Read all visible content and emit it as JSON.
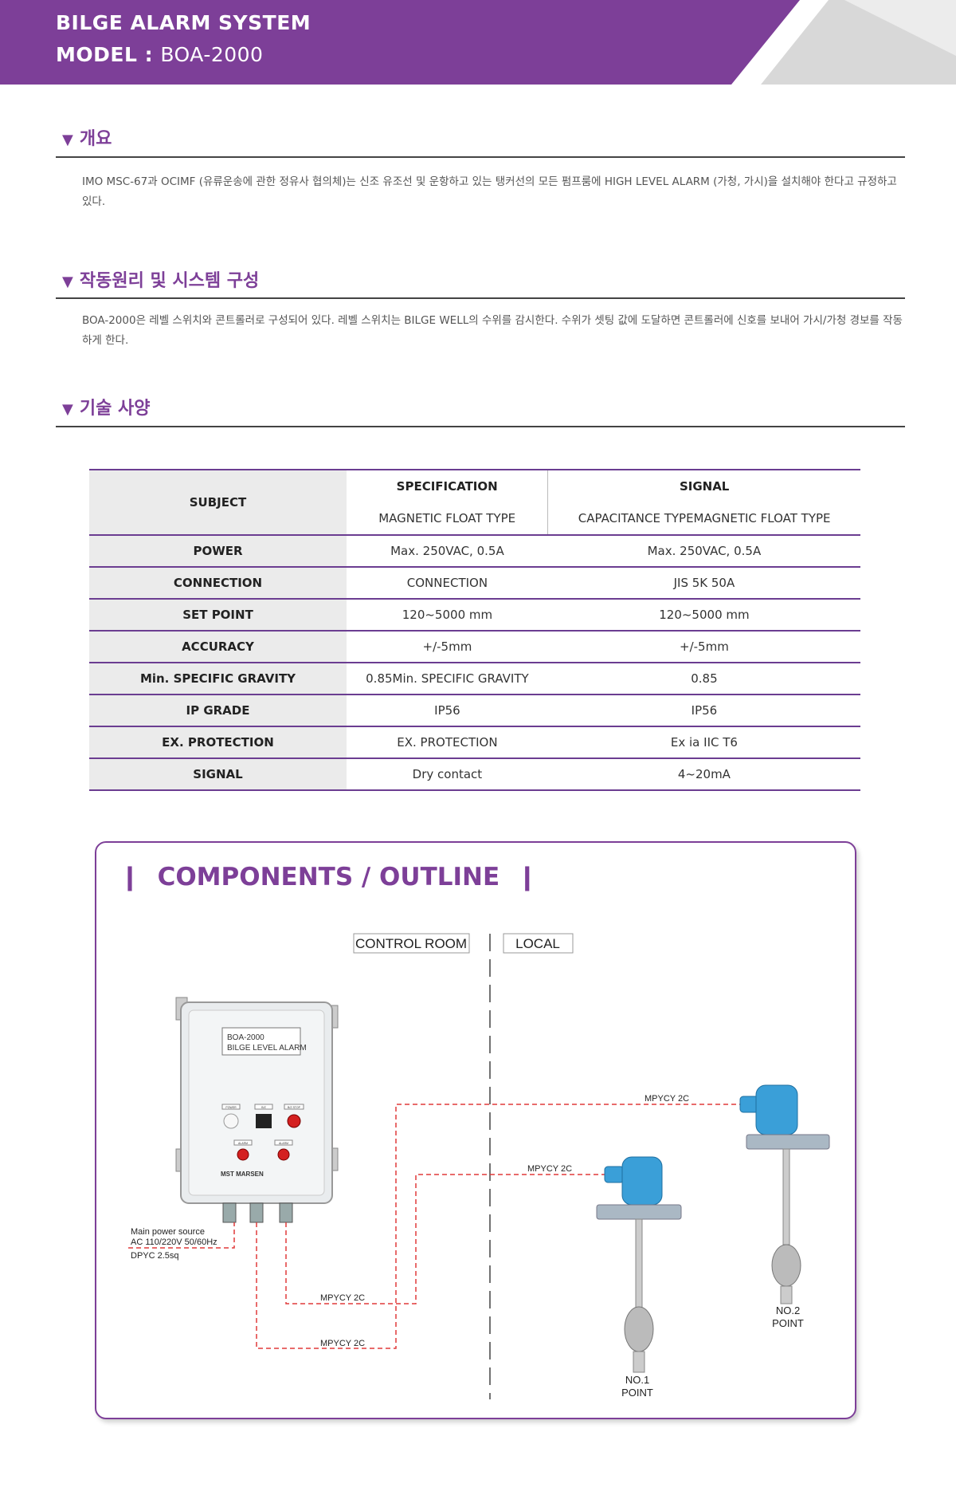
{
  "header": {
    "title": "BILGE ALARM SYSTEM",
    "model_label": "MODEL :",
    "model_value": "BOA-2000"
  },
  "sections": [
    {
      "heading": "개요",
      "text": "IMO MSC-67과 OCIMF (유류운송에 관한 정유사 협의체)는 신조 유조선 및 운항하고 있는 탱커선의 모든 펌프룸에 HIGH LEVEL ALARM (가청, 가시)을 설치해야 한다고 규정하고 있다."
    },
    {
      "heading": "작동원리 및 시스템 구성",
      "text": "BOA-2000은 레벨 스위치와 콘트롤러로 구성되어 있다. 레벨 스위치는 BILGE WELL의 수위를 감시한다. 수위가 셋팅 값에 도달하면 콘트롤러에 신호를 보내어 가시/가청 경보를 작동하게 한다."
    },
    {
      "heading": "기술 사양",
      "text": ""
    }
  ],
  "table": {
    "subject_header": "SUBJECT",
    "col1_header": "SPECIFICATION",
    "col2_header": "SIGNAL",
    "col1_sub": "MAGNETIC FLOAT TYPE",
    "col2_sub": "CAPACITANCE TYPEMAGNETIC FLOAT TYPE",
    "rows": [
      {
        "subject": "POWER",
        "col1": "Max. 250VAC, 0.5A",
        "col2": "Max. 250VAC, 0.5A"
      },
      {
        "subject": "CONNECTION",
        "col1": "CONNECTION",
        "col2": "JIS 5K 50A"
      },
      {
        "subject": "SET POINT",
        "col1": "120~5000 mm",
        "col2": "120~5000 mm"
      },
      {
        "subject": "ACCURACY",
        "col1": "+/-5mm",
        "col2": "+/-5mm"
      },
      {
        "subject": "Min. SPECIFIC GRAVITY",
        "col1": "0.85Min. SPECIFIC GRAVITY",
        "col2": "0.85"
      },
      {
        "subject": "IP GRADE",
        "col1": "IP56",
        "col2": "IP56"
      },
      {
        "subject": "EX. PROTECTION",
        "col1": "EX. PROTECTION",
        "col2": "Ex ia IIC T6"
      },
      {
        "subject": "SIGNAL",
        "col1": "Dry contact",
        "col2": "4~20mA"
      }
    ]
  },
  "components": {
    "title": "COMPONENTS / OUTLINE",
    "control_room": "CONTROL ROOM",
    "local": "LOCAL",
    "device_model": "BOA-2000",
    "device_name": "BILGE LEVEL ALARM",
    "btn_power": "POWER",
    "btn_bz": "B/Z",
    "btn_bz_stop": "B/Z STOP",
    "alarm1": "ALARM",
    "alarm2": "ALARM",
    "brand": "MST MARSEN",
    "power_source_line1": "Main power source",
    "power_source_line2": "AC 110/220V 50/60Hz",
    "power_cable": "DPYC 2.5sq",
    "cable_a": "MPYCY 2C",
    "cable_b": "MPYCY 2C",
    "cable_c": "MPYCY 2C",
    "cable_d": "MPYCY 2C",
    "point1_line1": "NO.1",
    "point1_line2": "POINT",
    "point2_line1": "NO.2",
    "point2_line2": "POINT",
    "colors": {
      "accent": "#7d3f98",
      "dashed": "#e03a3a",
      "sensor": "#3a9fd8"
    }
  }
}
